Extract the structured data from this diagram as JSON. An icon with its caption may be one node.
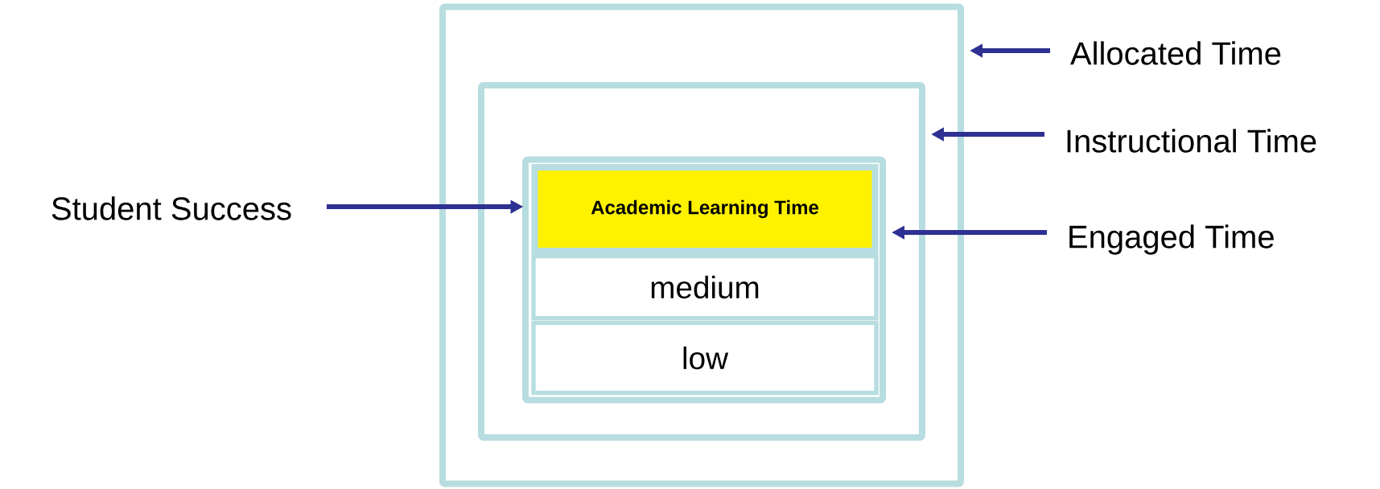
{
  "diagram": {
    "nodes": [
      {
        "text": [],
        "shape": "box"
      },
      {
        "text": [],
        "shape": "box",
        "in": 0
      },
      {
        "text": [],
        "shape": "box",
        "in": 1
      },
      {
        "text": [
          "Academic Learning Time"
        ],
        "in": 2
      },
      {
        "text": [
          "medium"
        ],
        "in": 2
      },
      {
        "text": [
          "low"
        ],
        "in": 2
      },
      {
        "text": [
          "Allocated Time"
        ]
      },
      {
        "text": [
          "Instructional Time"
        ]
      },
      {
        "text": [
          "Student Success"
        ]
      },
      {
        "text": [
          "Engaged Time"
        ]
      }
    ],
    "edges": [
      {
        "from": 6,
        "to": 0,
        "arrow": "to"
      },
      {
        "from": 7,
        "to": 1,
        "arrow": "to"
      },
      {
        "from": 8,
        "to": 3,
        "arrow": "to"
      },
      {
        "from": 9,
        "to": 2,
        "arrow": "to"
      }
    ]
  }
}
